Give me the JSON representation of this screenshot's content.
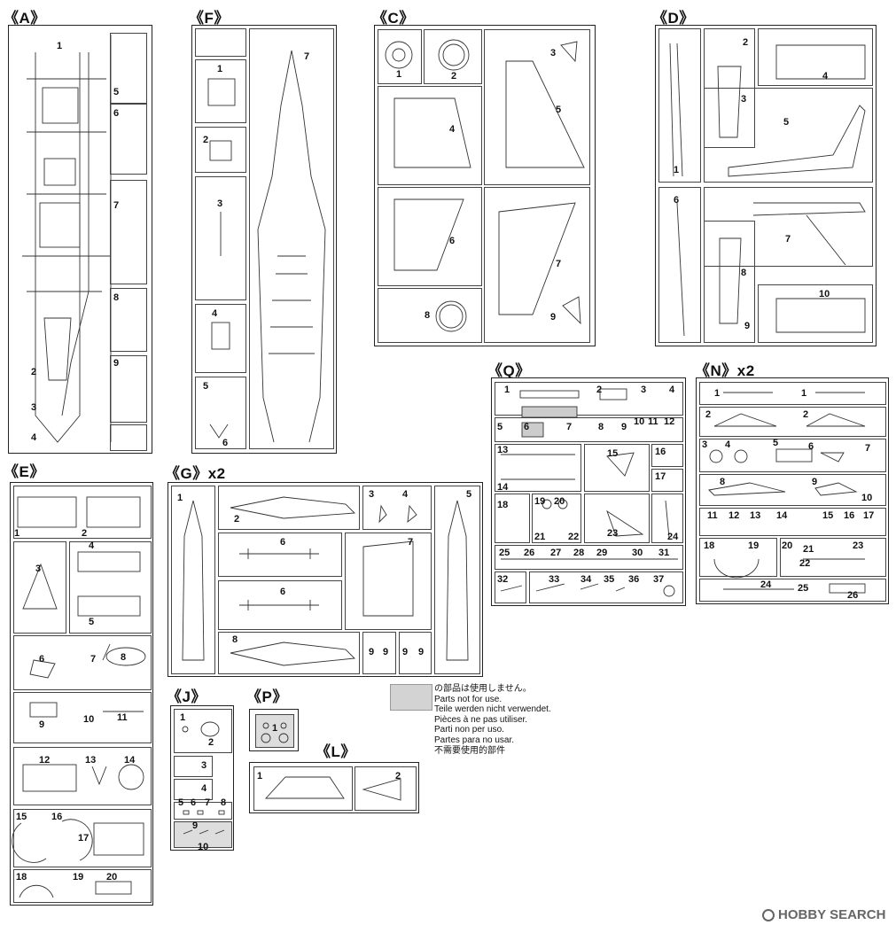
{
  "sprues": {
    "A": {
      "title": "《A》",
      "parts": [
        "1",
        "5",
        "6",
        "7",
        "8",
        "9",
        "2",
        "3",
        "4"
      ]
    },
    "F": {
      "title": "《F》",
      "parts": [
        "1",
        "7",
        "2",
        "3",
        "4",
        "5",
        "6"
      ]
    },
    "C": {
      "title": "《C》",
      "parts": [
        "1",
        "2",
        "3",
        "4",
        "5",
        "6",
        "7",
        "8",
        "9"
      ]
    },
    "D": {
      "title": "《D》",
      "parts": [
        "2",
        "3",
        "4",
        "5",
        "1",
        "6",
        "7",
        "8",
        "10",
        "9"
      ]
    },
    "E": {
      "title": "《E》",
      "parts": [
        "1",
        "2",
        "3",
        "4",
        "5",
        "6",
        "7",
        "8",
        "9",
        "10",
        "11",
        "12",
        "13",
        "14",
        "15",
        "16",
        "17",
        "18",
        "19",
        "20"
      ]
    },
    "G": {
      "title": "《G》x2",
      "parts": [
        "1",
        "2",
        "3",
        "4",
        "5",
        "6",
        "7",
        "6",
        "8",
        "9",
        "9",
        "9",
        "9"
      ]
    },
    "Q": {
      "title": "《Q》",
      "parts": [
        "1",
        "2",
        "3",
        "4",
        "5",
        "6",
        "7",
        "8",
        "9",
        "10",
        "11",
        "12",
        "13",
        "14",
        "15",
        "16",
        "17",
        "18",
        "19",
        "20",
        "21",
        "22",
        "23",
        "24",
        "25",
        "26",
        "27",
        "28",
        "29",
        "30",
        "31",
        "32",
        "33",
        "34",
        "35",
        "36",
        "37"
      ]
    },
    "N": {
      "title": "《N》x2",
      "parts": [
        "1",
        "1",
        "2",
        "2",
        "3",
        "4",
        "5",
        "6",
        "7",
        "8",
        "9",
        "10",
        "11",
        "12",
        "13",
        "14",
        "15",
        "16",
        "17",
        "18",
        "19",
        "20",
        "21",
        "22",
        "23",
        "24",
        "25",
        "26"
      ]
    },
    "J": {
      "title": "《J》",
      "parts": [
        "1",
        "2",
        "3",
        "4",
        "5",
        "6",
        "7",
        "8",
        "9",
        "10"
      ]
    },
    "P": {
      "title": "《P》",
      "parts": [
        "1"
      ]
    },
    "L": {
      "title": "《L》",
      "parts": [
        "1",
        "2"
      ]
    }
  },
  "legend": {
    "lines": [
      "の部品は使用しません。",
      "Parts not for use.",
      "Teile werden nicht verwendet.",
      "Pièces à ne pas utiliser.",
      "Parti non per uso.",
      "Partes para no usar.",
      "不需要使用的部件"
    ]
  },
  "watermark": {
    "text": "HOBBY SEARCH"
  }
}
